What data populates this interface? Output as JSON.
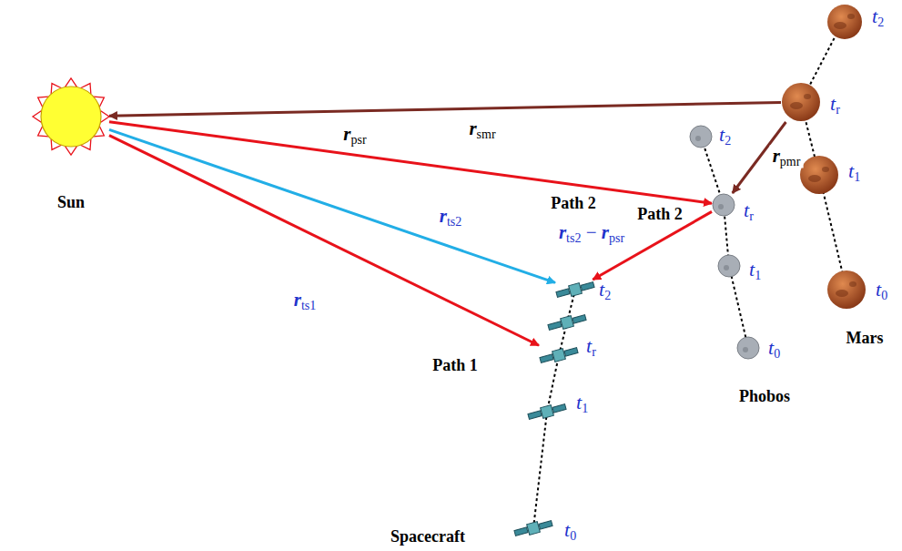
{
  "diagram": {
    "nodes": [
      {
        "text": [
          "Sun"
        ]
      },
      {
        "text": [
          "t2"
        ]
      },
      {
        "text": [
          "tr"
        ]
      },
      {
        "text": [
          "t1"
        ]
      },
      {
        "text": [
          "t0"
        ]
      },
      {
        "text": [
          "t2"
        ]
      },
      {
        "text": [
          "tr"
        ]
      },
      {
        "text": [
          "t1"
        ]
      },
      {
        "text": [
          "t0"
        ]
      },
      {
        "text": [
          "t2"
        ]
      },
      {
        "text": [
          "tr"
        ]
      },
      {
        "text": [
          "t1"
        ]
      },
      {
        "text": [
          "t0"
        ]
      }
    ],
    "edges": [
      {
        "from": 2,
        "to": 0,
        "arrow": "to",
        "label": "rsmr"
      },
      {
        "from": 0,
        "to": 6,
        "arrow": "to",
        "label": "rpsr"
      },
      {
        "from": 2,
        "to": 6,
        "arrow": "to",
        "label": "rpmr"
      },
      {
        "from": 0,
        "to": 9,
        "arrow": "to",
        "label": "rts2"
      },
      {
        "from": 0,
        "to": 10,
        "arrow": "to",
        "label": "rts1"
      },
      {
        "from": 6,
        "to": 9,
        "arrow": "to",
        "label": "rts2 − rpsr"
      }
    ],
    "labels": [
      "Mars",
      "Phobos",
      "Spacecraft",
      "Path 2",
      "Path 2",
      "Path 1"
    ]
  }
}
